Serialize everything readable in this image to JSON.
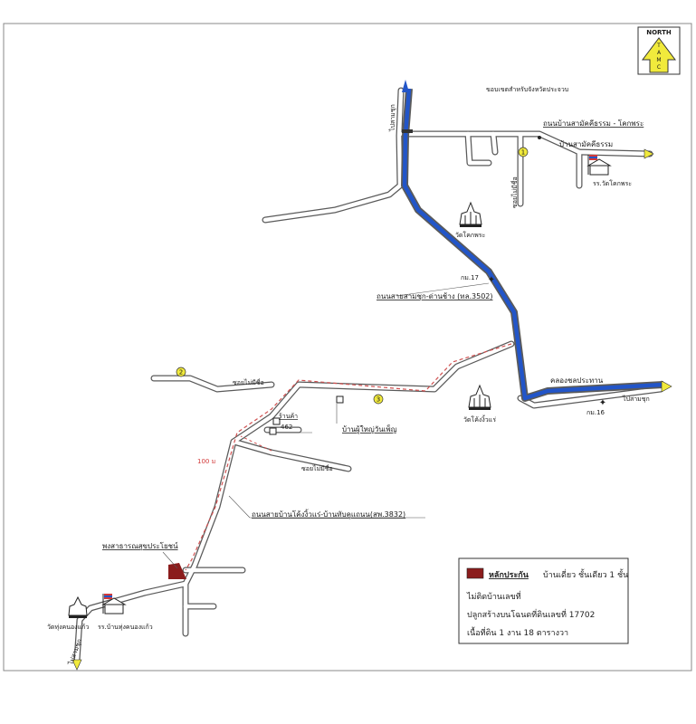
{
  "compass": {
    "top": "NORTH",
    "letters": [
      "T",
      "A",
      "M",
      "C"
    ]
  },
  "labels": {
    "top_faint": "ขอบเขตสำหรับจังหวัดประจวบ",
    "road_top_right": "ถนนบ้านสามัคคีธรรม - โคกพระ",
    "village_top_right": "บ้านสามัคคีธรรม",
    "school_top_right": "รร.วัดโคกพระ",
    "road_top_left_vertical": "ไปสามชุก",
    "soi_vertical": "ซอยไม่มีชื่อ",
    "temple_kokphra": "วัดโคกพระ",
    "km17": "กม.17",
    "road_main": "ถนนสายสามชุก-ด่านช้าง (ทล.3502)",
    "canal": "คลองชลประทาน",
    "to_samchuk_right": "ไปสามชุก",
    "km16": "กม.16",
    "temple_ngiew": "วัดโค้งงิ้วแร่",
    "soi_unnamed_left": "ซอยไม่มีชื่อ",
    "shop": "ร้านค้า",
    "house_number": "462",
    "village_headman": "บ้านผู้ใหญ่วันเพ็ญ",
    "soi_unnamed_mid": "ซอยไม่มีชื่อ",
    "distance": "100 ม",
    "road_bottom": "ถนนสายบ้านโค้งงิ้วแร่-บ้านทับคูแถนน(สพ.3832)",
    "health_station": "พงสาธารณสุขประโยชน์",
    "temple_bottom_left": "วัดทุ่งคนองแก้ว",
    "school_bottom": "รร.บ้านทุ่งคนองแก้ว",
    "road_bottom_left": "ไปสามชุก"
  },
  "markers": [
    "1",
    "2",
    "3"
  ],
  "legend": {
    "title": "หลักประกัน",
    "line1_rest": "บ้านเดี่ยว ชั้นเดียว 1 ชั้น",
    "line2": "ไม่ติดบ้านเลขที่",
    "line3": "ปลูกสร้างบนโฉนดที่ดินเลขที่ 17702",
    "line4": "เนื้อที่ดิน 1 งาน 18 ตารางวา"
  },
  "colors": {
    "main_road": "#2255c8",
    "road_fill": "#ffffff",
    "road_edge": "#5a5a5a",
    "dashed_route": "#d05050",
    "collateral": "#8b1c1c",
    "marker": "#f1ea3c"
  }
}
